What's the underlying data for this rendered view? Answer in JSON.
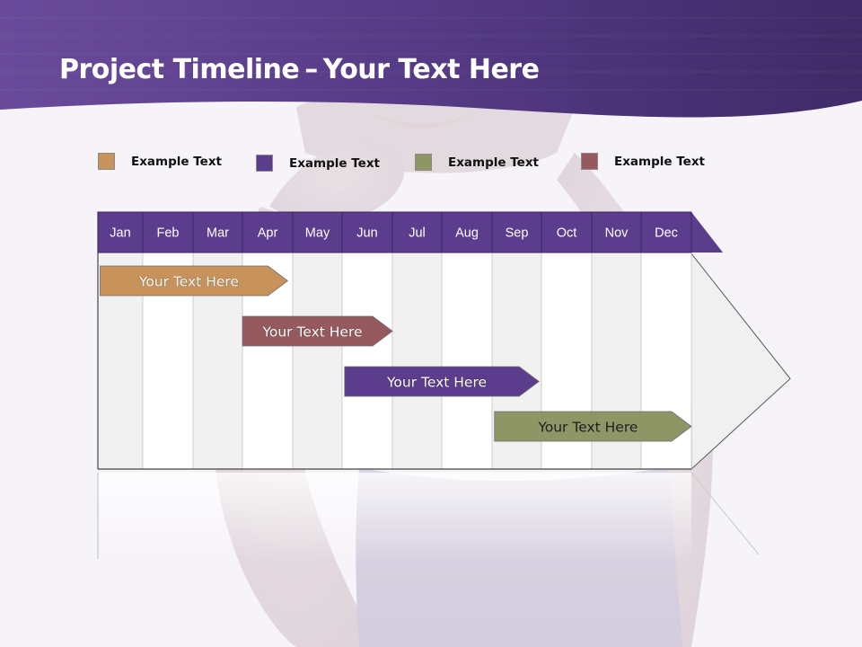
{
  "slide": {
    "title_bold": "Project Timeline",
    "title_sep": "–",
    "title_rest": "Your Text Here"
  },
  "legend": [
    {
      "label": "Example Text",
      "color": "#c8935a"
    },
    {
      "label": "Example Text",
      "color": "#5c3c8c"
    },
    {
      "label": "Example Text",
      "color": "#8f9665"
    },
    {
      "label": "Example Text",
      "color": "#965a5e"
    }
  ],
  "colors": {
    "header": "#5a3d8b",
    "month_header": "#5c3c8c",
    "column_light": "#f1f1f1",
    "column_white": "#ffffff"
  },
  "chart_data": {
    "type": "gantt",
    "categories": [
      "Jan",
      "Feb",
      "Mar",
      "Apr",
      "May",
      "Jun",
      "Jul",
      "Aug",
      "Sep",
      "Oct",
      "Nov",
      "Dec"
    ],
    "tasks": [
      {
        "label": "Your  Text Here",
        "start": 0.05,
        "end": 3.9,
        "color": "#c8935a",
        "text_dark": false
      },
      {
        "label": "Your  Text Here",
        "start": 3.0,
        "end": 6.0,
        "color": "#965a5e",
        "text_dark": false
      },
      {
        "label": "Your  Text Here",
        "start": 5.05,
        "end": 8.95,
        "color": "#5c3c8c",
        "text_dark": false
      },
      {
        "label": "Your  Text Here",
        "start": 8.05,
        "end": 12.0,
        "color": "#8f9665",
        "text_dark": true
      }
    ]
  }
}
